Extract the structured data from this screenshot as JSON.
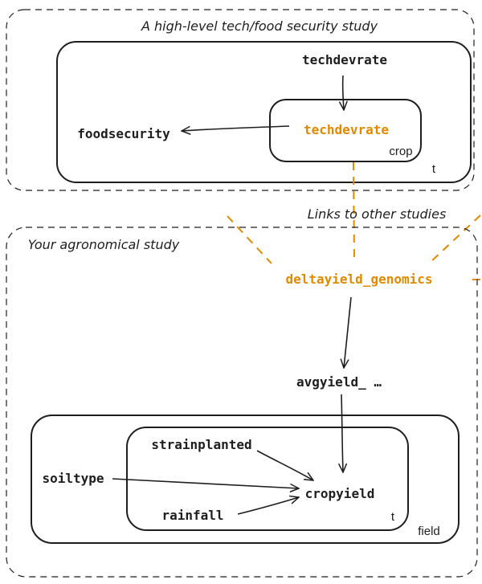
{
  "top_study": {
    "title": "A high-level tech/food security study",
    "nodes": {
      "techdevrate_outer": "techdevrate",
      "techdevrate_inner": "techdevrate",
      "foodsecurity": "foodsecurity"
    },
    "plates": {
      "inner": "crop",
      "outer": "t"
    }
  },
  "links": {
    "label": "Links to other studies",
    "node": "deltayield_genomics"
  },
  "bottom_study": {
    "title": "Your agronomical study",
    "nodes": {
      "avgyield": "avgyield_ …",
      "strainplanted": "strainplanted",
      "soiltype": "soiltype",
      "cropyield": "cropyield",
      "rainfall": "rainfall"
    },
    "plates": {
      "inner": "t",
      "outer": "field"
    }
  },
  "colors": {
    "accent": "#e08a00",
    "ink": "#1e1e1e"
  }
}
